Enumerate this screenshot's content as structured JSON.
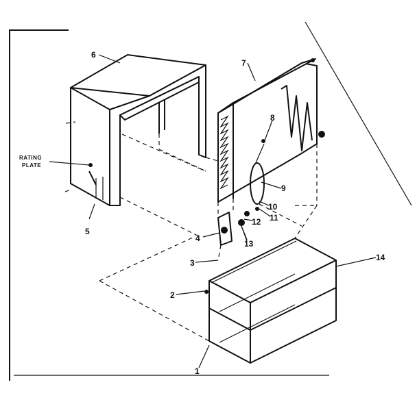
{
  "diagram": {
    "callouts": {
      "c1": "1",
      "c2": "2",
      "c3": "3",
      "c4": "4",
      "c5": "5",
      "c6": "6",
      "c7": "7",
      "c8": "8",
      "c9": "9",
      "c10": "10",
      "c11": "11",
      "c12": "12",
      "c13": "13",
      "c14": "14"
    },
    "rating_plate_line1": "RATING",
    "rating_plate_line2": "PLATE"
  }
}
